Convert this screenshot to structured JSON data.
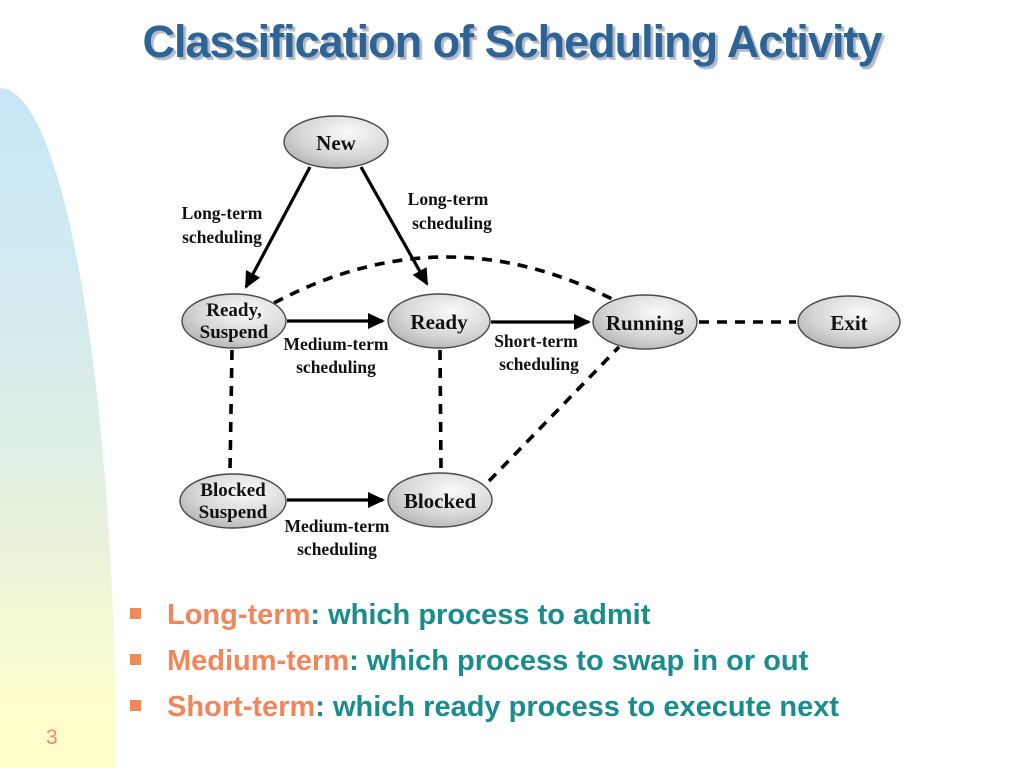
{
  "slide": {
    "title": "Classification of Scheduling Activity",
    "page_number": "3"
  },
  "diagram": {
    "nodes": {
      "new": {
        "label": "New"
      },
      "ready_suspend": {
        "line1": "Ready,",
        "line2": "Suspend"
      },
      "ready": {
        "label": "Ready"
      },
      "running": {
        "label": "Running"
      },
      "exit": {
        "label": "Exit"
      },
      "blocked_suspend": {
        "line1": "Blocked",
        "line2": "Suspend"
      },
      "blocked": {
        "label": "Blocked"
      }
    },
    "edge_labels": {
      "long_term_left": {
        "line1": "Long-term",
        "line2": "scheduling"
      },
      "long_term_right": {
        "line1": "Long-term",
        "line2": "scheduling"
      },
      "medium_term_mid": {
        "line1": "Medium-term",
        "line2": "scheduling"
      },
      "short_term": {
        "line1": "Short-term",
        "line2": "scheduling"
      },
      "medium_term_bottom": {
        "line1": "Medium-term",
        "line2": "scheduling"
      }
    }
  },
  "bullets": [
    {
      "term": "Long-term",
      "description": ": which process to admit"
    },
    {
      "term": "Medium-term",
      "description": ": which process to swap in or out"
    },
    {
      "term": "Short-term",
      "description": ": which ready process to execute next"
    }
  ],
  "colors": {
    "title_blue": "#2e6396",
    "bullet_term_orange": "#f0875c",
    "bullet_text_teal": "#1a8c8c",
    "page_number_salmon": "#ee8a6e",
    "blob_top_blue": "#c8e6f7",
    "blob_bottom_yellow": "#ffffcc",
    "node_fill_gray": "#c9c9c9"
  }
}
